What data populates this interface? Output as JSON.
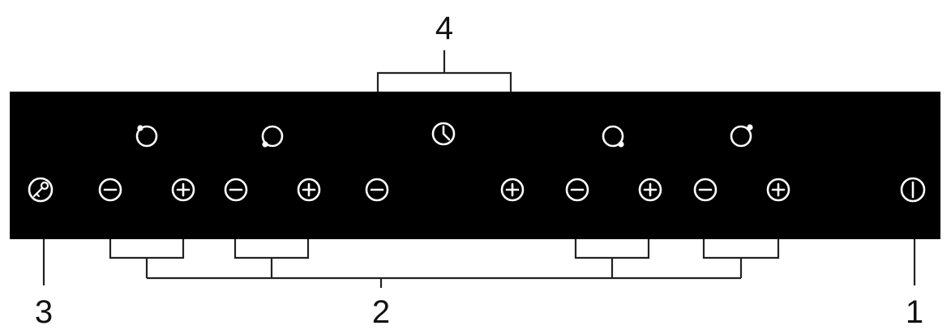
{
  "callouts": {
    "onoff": "1",
    "zone_controls": "2",
    "lock": "3",
    "timer": "4"
  },
  "panel": {
    "background_color": "#000000",
    "symbol_color": "#ffffff"
  },
  "icons": {
    "key_lock": "key-icon",
    "minus": "minus-circle-icon",
    "plus": "plus-circle-icon",
    "timer": "clock-icon",
    "power": "power-icon",
    "zone_indicator": "cooking-zone-indicator-icon"
  }
}
